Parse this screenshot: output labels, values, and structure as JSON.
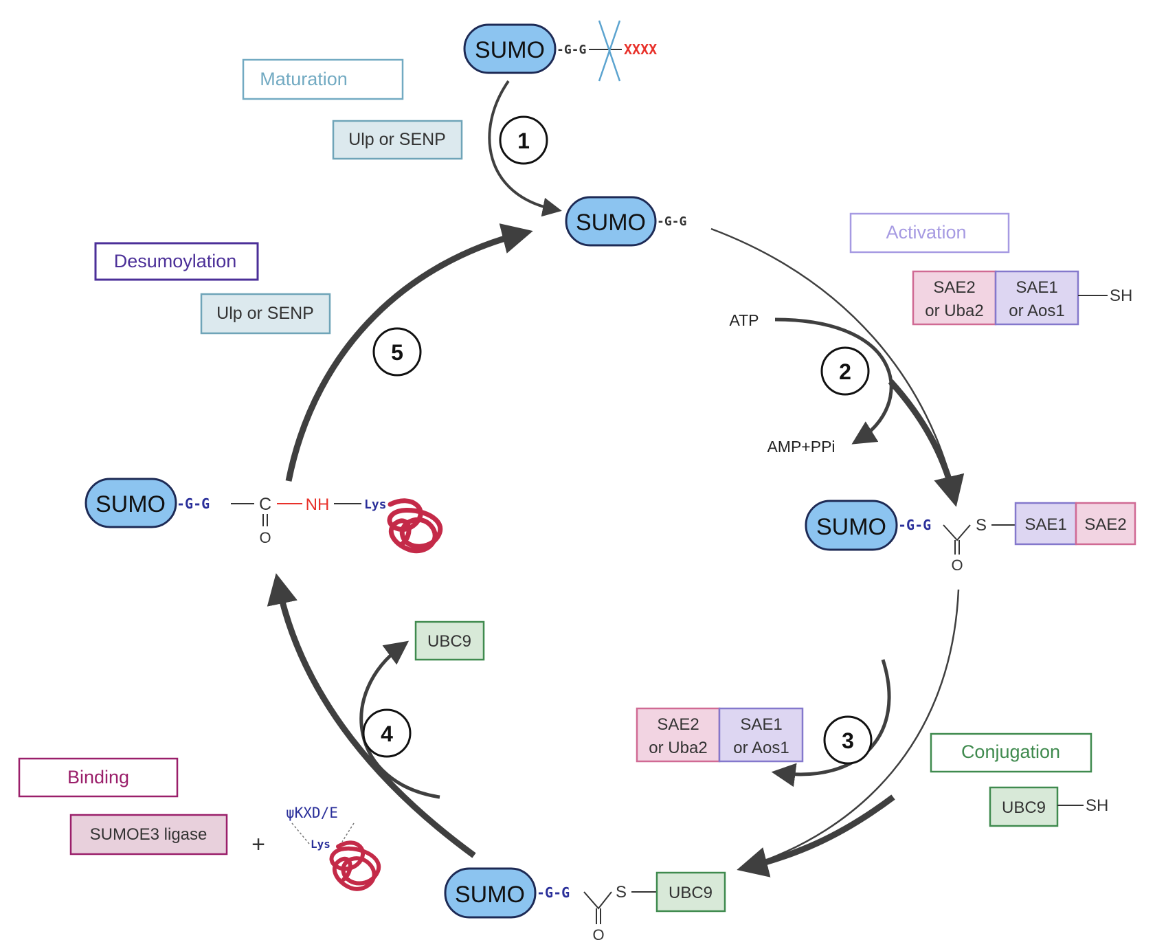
{
  "colors": {
    "sumo_fill": "#8cc4f0",
    "sumo_stroke": "#1d2a55",
    "gg_blue": "#2a2f9a",
    "red": "#e8312a",
    "protein": "#c42a48",
    "arrow": "#3f3f3f",
    "maturation": "#72aac2",
    "activation": "#a69ae2",
    "desumoylation": "#4b2f98",
    "conjugation": "#3f8a4e",
    "binding": "#9a1f6a",
    "ulp_fill": "#dce9ee",
    "ulp_stroke": "#6fa4b8",
    "sae2_fill": "#f2d4e2",
    "sae2_stroke": "#d06a94",
    "sae1_fill": "#ddd6f2",
    "sae1_stroke": "#8478cc",
    "ubc9_fill": "#d8e9d8",
    "ubc9_stroke": "#3f8a4e",
    "e3_fill": "#e8d0dc",
    "e3_stroke": "#9a1f6a"
  },
  "sumo_label": "SUMO",
  "gg": "-G-G",
  "gg_short": "-G-G",
  "xxxx": "XXXX",
  "steps": {
    "s1": "1",
    "s2": "2",
    "s3": "3",
    "s4": "4",
    "s5": "5"
  },
  "labels": {
    "maturation": "Maturation",
    "activation": "Activation",
    "desumoylation": "Desumoylation",
    "conjugation": "Conjugation",
    "binding": "Binding"
  },
  "enzymes": {
    "ulp_senp": "Ulp or SENP",
    "sae2_line1": "SAE2",
    "sae2_line2": "or Uba2",
    "sae1_line1": "SAE1",
    "sae1_line2": "or Aos1",
    "sae1": "SAE1",
    "sae2": "SAE2",
    "ubc9": "UBC9",
    "e3": "SUMOE3 ligase",
    "sh": "SH"
  },
  "chem": {
    "atp": "ATP",
    "amp_ppi": "AMP+PPi",
    "s": "S",
    "o": "O",
    "c": "C",
    "nh": "NH",
    "lys": "Lys",
    "motif": "ψKXD/E",
    "plus": "+"
  }
}
